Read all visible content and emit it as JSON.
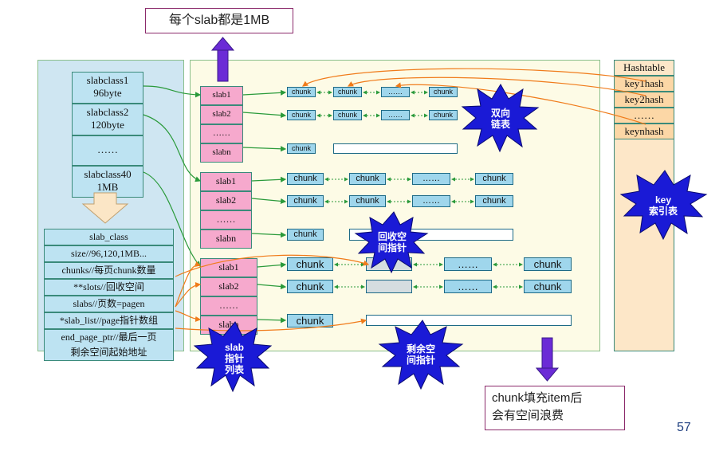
{
  "callout_top": "每个slab都是1MB",
  "callout_bottom": [
    "chunk填充item后",
    "会有空间浪费"
  ],
  "page_number": "57",
  "slabclasses": [
    {
      "name": "slabclass1",
      "size": "96byte"
    },
    {
      "name": "slabclass2",
      "size": "120byte"
    },
    {
      "name": "……",
      "size": ""
    },
    {
      "name": "slabclass40",
      "size": "1MB"
    }
  ],
  "slab_class_struct": [
    "slab_class",
    "size//96,120,1MB...",
    "chunks//每页chunk数量",
    "**slots//回收空间",
    "slabs//页数=pagen",
    "*slab_list//page指针数组",
    "end_page_ptr//最后一页",
    "剩余空间起始地址"
  ],
  "slab_groups": [
    [
      "slab1",
      "slab2",
      "……",
      "slabn"
    ],
    [
      "slab1",
      "slab2",
      "……",
      "slabn"
    ],
    [
      "slab1",
      "slab2",
      "……",
      "slabn"
    ]
  ],
  "chunk_label": "chunk",
  "ellipsis": "……",
  "hashtable": [
    "Hashtable",
    "key1hash",
    "key2hash",
    "……",
    "keynhash"
  ],
  "stars": {
    "linked_list": [
      "双向",
      "链表"
    ],
    "key_index": [
      "key",
      "索引表"
    ],
    "free_slots": [
      "回收空",
      "间指针"
    ],
    "slab_list": [
      "slab",
      "指针",
      "列表"
    ],
    "remaining": [
      "剩余空",
      "间指针"
    ]
  },
  "colors": {
    "slab": "#f6a9cd",
    "chunk": "#9fd6ec",
    "hashtable": "#fcd7a6",
    "star": "#1a1ad6",
    "arrow_orange": "#f07b1a",
    "arrow_green": "#2a9a3a"
  }
}
